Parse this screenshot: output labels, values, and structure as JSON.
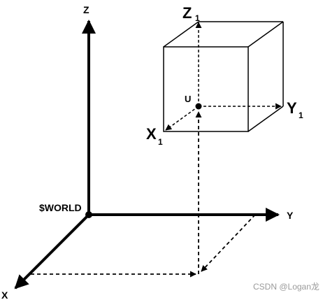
{
  "axes": {
    "z": "Z",
    "y": "Y",
    "x": "X",
    "origin": "$WORLD"
  },
  "frame": {
    "z_letter": "Z",
    "z_sub": "1",
    "y_letter": "Y",
    "y_sub": "1",
    "x_letter": "X",
    "x_sub": "1",
    "origin": "U"
  },
  "watermark": "CSDN @Logan龙"
}
